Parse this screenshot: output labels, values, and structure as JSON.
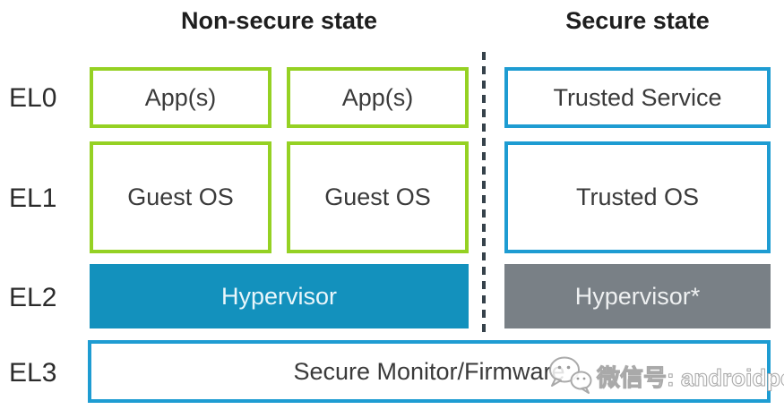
{
  "headers": {
    "non_secure": "Non-secure state",
    "secure": "Secure state"
  },
  "level_labels": {
    "el0": "EL0",
    "el1": "EL1",
    "el2": "EL2",
    "el3": "EL3"
  },
  "boxes": {
    "app1": "App(s)",
    "app2": "App(s)",
    "trusted_service": "Trusted Service",
    "guest_os1": "Guest OS",
    "guest_os2": "Guest OS",
    "trusted_os": "Trusted OS",
    "hypervisor_non_secure": "Hypervisor",
    "hypervisor_secure": "Hypervisor*",
    "secure_monitor": "Secure Monitor/Firmware"
  },
  "watermark": {
    "icon": "wechat-icon",
    "text": "微信号: androidperf"
  },
  "colors": {
    "green_border": "#95d123",
    "blue_border": "#1e9cd2",
    "blue_fill": "#1391bd",
    "gray_fill": "#798086",
    "divider": "#36424b",
    "header_text": "#1e1e1e",
    "box_text": "#3a3a3a"
  }
}
